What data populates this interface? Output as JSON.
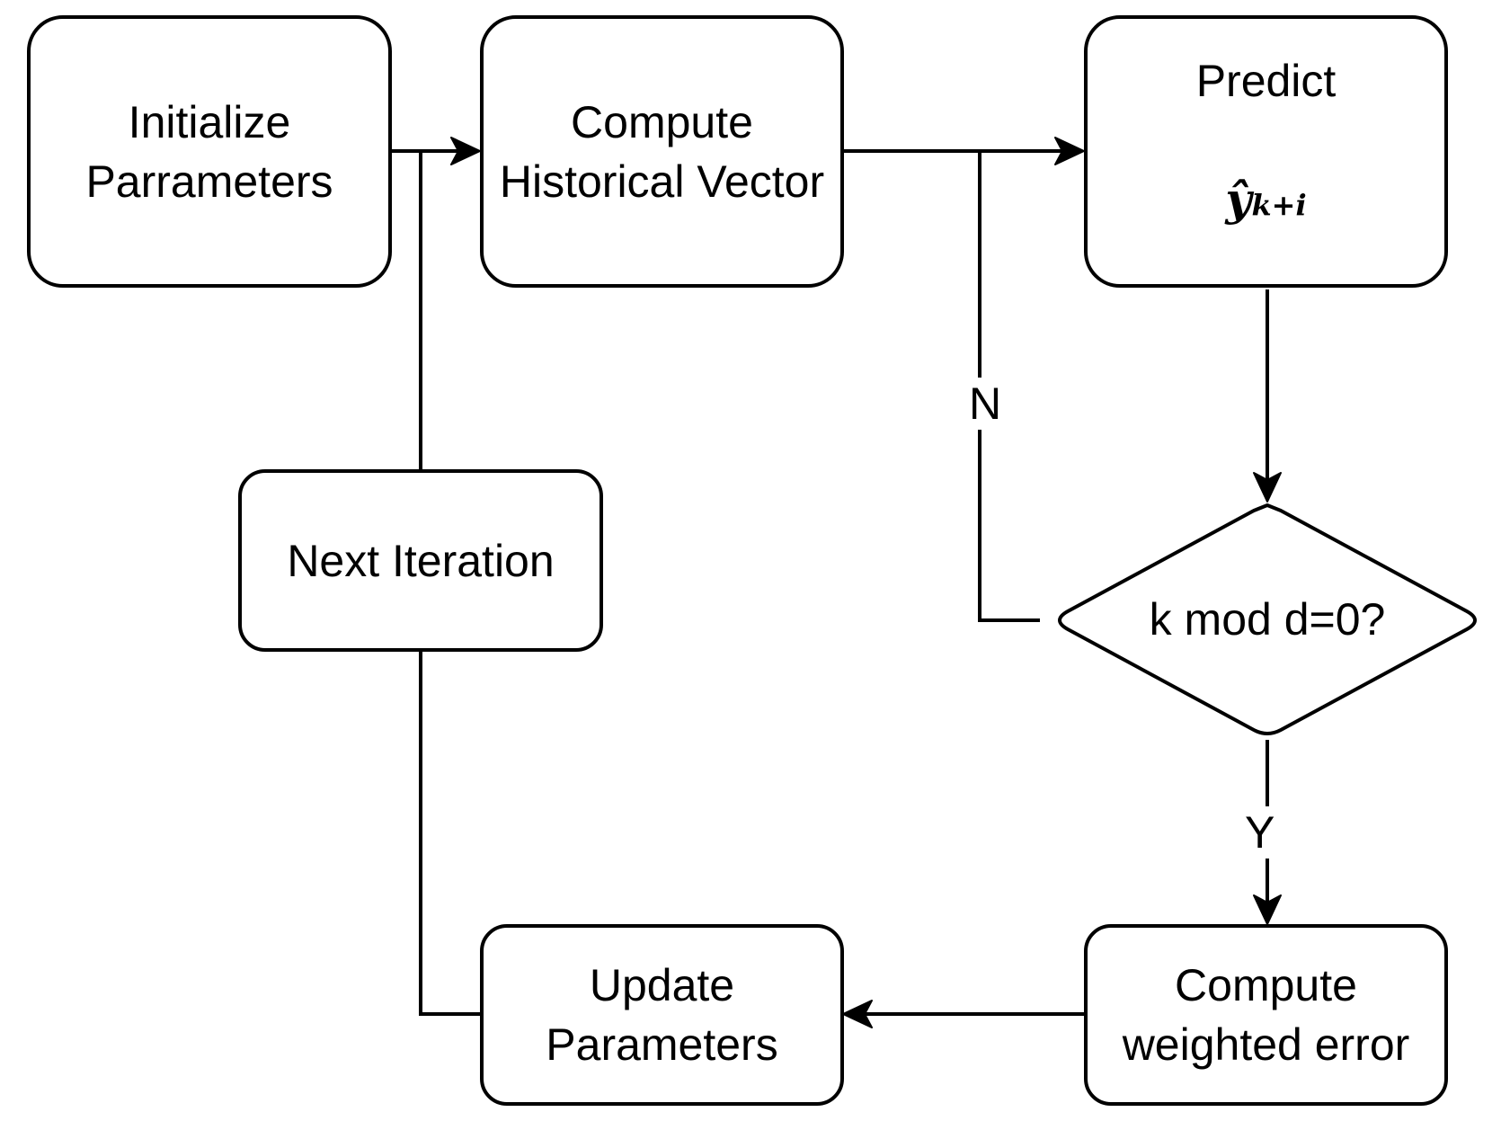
{
  "nodes": {
    "init": {
      "line1": "Initialize",
      "line2": "Parrameters"
    },
    "historical": {
      "line1": "Compute",
      "line2": "Historical Vector"
    },
    "predict": {
      "title": "Predict",
      "formula_var": "ŷ",
      "formula_sub": "k+i"
    },
    "decision": {
      "label": "k mod d=0?"
    },
    "weighted": {
      "line1": "Compute",
      "line2": "weighted error"
    },
    "update": {
      "line1": "Update",
      "line2": "Parameters"
    },
    "next": {
      "label": "Next Iteration"
    }
  },
  "edges": {
    "no_label": "N",
    "yes_label": "Y"
  }
}
